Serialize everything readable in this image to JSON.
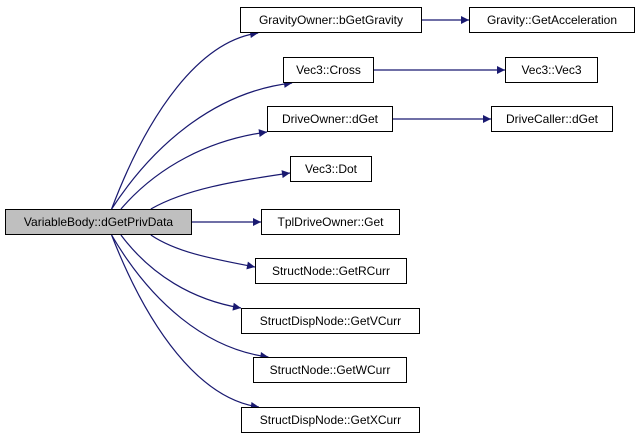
{
  "diagram": {
    "type": "call-graph",
    "edge_color": "#191970",
    "root_fill": "#bfbfbf",
    "nodes": [
      {
        "id": "root",
        "label": "VariableBody::dGetPrivData",
        "root": true
      },
      {
        "id": "n1",
        "label": "GravityOwner::bGetGravity"
      },
      {
        "id": "n2",
        "label": "Vec3::Cross"
      },
      {
        "id": "n3",
        "label": "DriveOwner::dGet"
      },
      {
        "id": "n4",
        "label": "Vec3::Dot"
      },
      {
        "id": "n5",
        "label": "TplDriveOwner::Get"
      },
      {
        "id": "n6",
        "label": "StructNode::GetRCurr"
      },
      {
        "id": "n7",
        "label": "StructDispNode::GetVCurr"
      },
      {
        "id": "n8",
        "label": "StructNode::GetWCurr"
      },
      {
        "id": "n9",
        "label": "StructDispNode::GetXCurr"
      },
      {
        "id": "n10",
        "label": "Gravity::GetAcceleration"
      },
      {
        "id": "n11",
        "label": "Vec3::Vec3"
      },
      {
        "id": "n12",
        "label": "DriveCaller::dGet"
      }
    ],
    "edges": [
      {
        "from": "root",
        "to": "n1"
      },
      {
        "from": "root",
        "to": "n2"
      },
      {
        "from": "root",
        "to": "n3"
      },
      {
        "from": "root",
        "to": "n4"
      },
      {
        "from": "root",
        "to": "n5"
      },
      {
        "from": "root",
        "to": "n6"
      },
      {
        "from": "root",
        "to": "n7"
      },
      {
        "from": "root",
        "to": "n8"
      },
      {
        "from": "root",
        "to": "n9"
      },
      {
        "from": "n1",
        "to": "n10"
      },
      {
        "from": "n2",
        "to": "n11"
      },
      {
        "from": "n3",
        "to": "n12"
      }
    ]
  }
}
